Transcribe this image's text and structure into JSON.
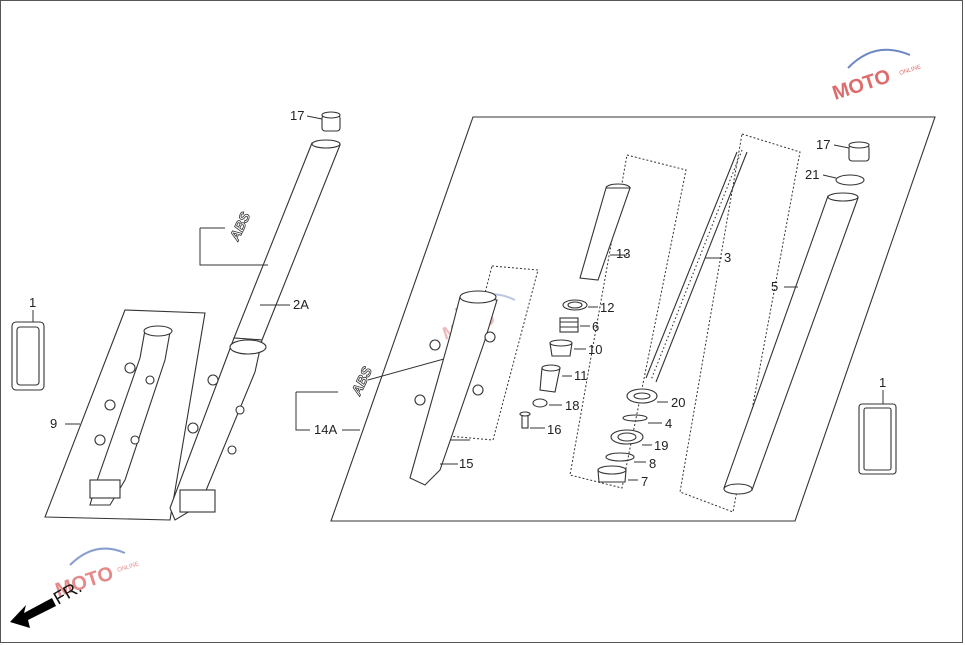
{
  "labels": {
    "p17_left": "17",
    "p2a": "2A",
    "p1_left": "1",
    "p9": "9",
    "p14a": "14A",
    "p15": "15",
    "p13": "13",
    "p12": "12",
    "p6": "6",
    "p10": "10",
    "p11": "11",
    "p18": "18",
    "p16": "16",
    "p3": "3",
    "p20": "20",
    "p4": "4",
    "p19": "19",
    "p8": "8",
    "p7": "7",
    "p17_right": "17",
    "p21": "21",
    "p5": "5",
    "p1_right": "1"
  },
  "decals": {
    "abs_text": "ABS"
  },
  "direction": {
    "front_text": "FR."
  },
  "watermark": {
    "brand": "MOTO",
    "sub": "ONLINE"
  },
  "colors": {
    "line": "#333333",
    "watermark_red": "#d23b3b",
    "watermark_blue": "#3d5fb0"
  }
}
